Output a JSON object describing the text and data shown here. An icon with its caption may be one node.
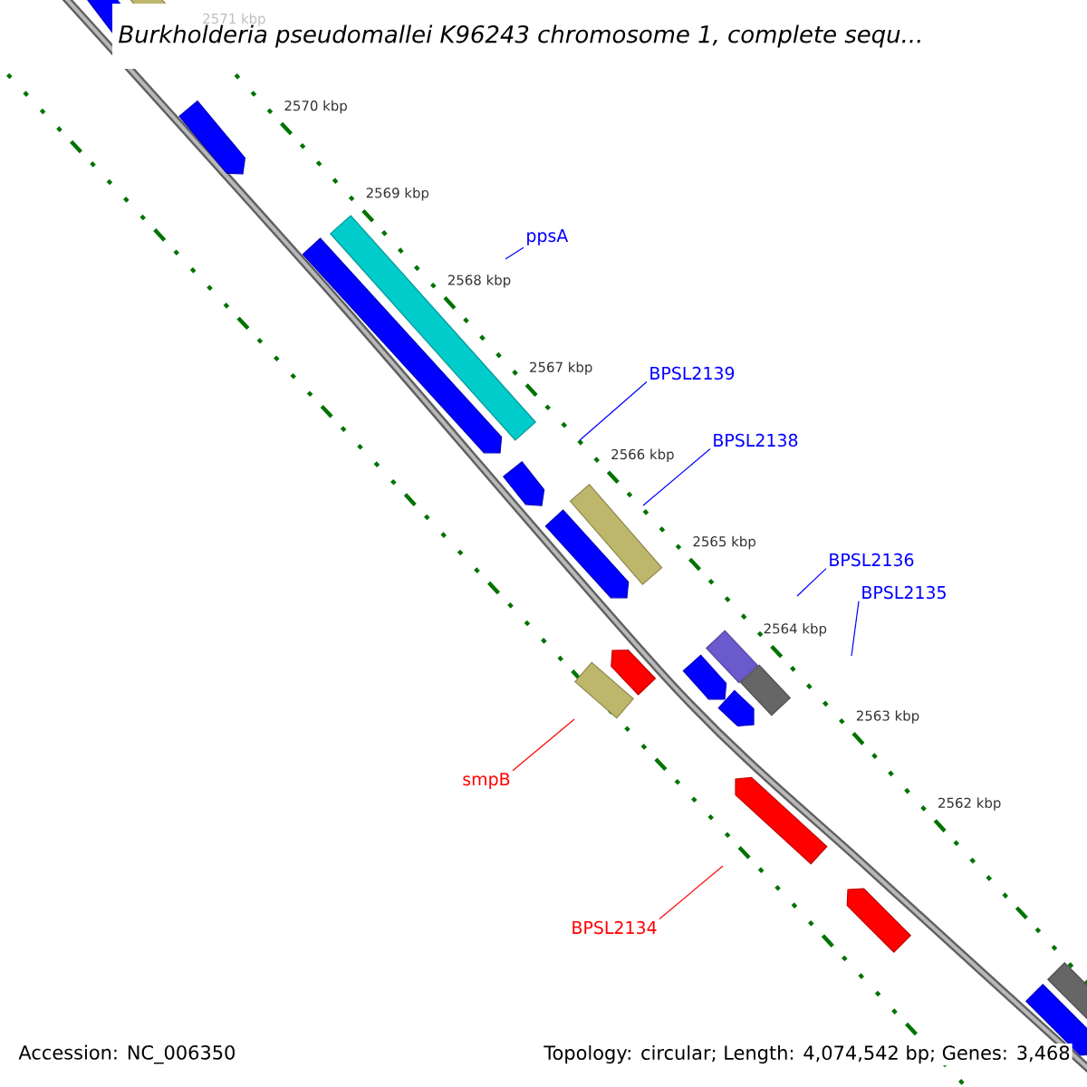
{
  "diagram": {
    "title": "Burkholderia pseudomallei K96243 chromosome 1, complete sequ...",
    "nodes": [
      {
        "text": [
          "ppsA"
        ]
      },
      {
        "text": [
          "BPSL2139"
        ]
      },
      {
        "text": [
          "BPSL2138"
        ]
      },
      {
        "text": [
          "BPSL2136"
        ]
      },
      {
        "text": [
          "BPSL2135"
        ]
      },
      {
        "text": [
          "smpB"
        ]
      },
      {
        "text": [
          "BPSL2134"
        ]
      }
    ],
    "edges": [
      {
        "from": 0,
        "to": null,
        "arrow": "none"
      },
      {
        "from": 1,
        "to": null,
        "arrow": "none"
      },
      {
        "from": 2,
        "to": null,
        "arrow": "none"
      },
      {
        "from": 3,
        "to": null,
        "arrow": "none"
      },
      {
        "from": 4,
        "to": null,
        "arrow": "none"
      },
      {
        "from": 5,
        "to": null,
        "arrow": "none",
        "color": "#ff0000"
      },
      {
        "from": 6,
        "to": null,
        "arrow": "none",
        "color": "#ff0000"
      }
    ],
    "labels": [
      "2571 kbp",
      "2570 kbp",
      "2569 kbp",
      "2568 kbp",
      "2567 kbp",
      "2566 kbp",
      "2565 kbp",
      "2564 kbp",
      "2563 kbp",
      "2562 kbp",
      "Accession: NC_006350",
      "Topology: circular; Length: 4,074,542 bp; Genes: 3,468"
    ]
  }
}
